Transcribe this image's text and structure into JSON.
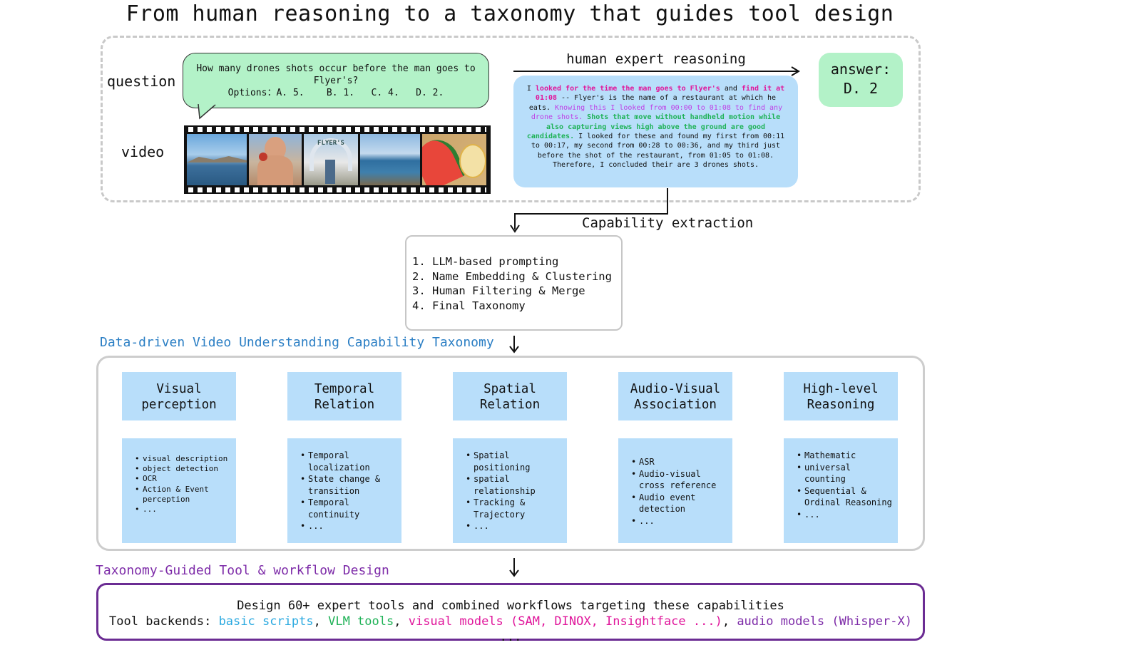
{
  "title": "From human reasoning to a taxonomy that guides tool design",
  "labels": {
    "question": "question",
    "video": "video",
    "human_reasoning": "human expert reasoning",
    "capability_extraction": "Capability extraction",
    "taxonomy_title": "Data-driven Video Understanding Capability Taxonomy",
    "tool_design_title": "Taxonomy-Guided Tool & workflow Design"
  },
  "question": {
    "line1": "How many drones shots occur before the man goes to Flyer's?",
    "options_label": "Options：",
    "options": [
      "A. 5.",
      "B. 1.",
      "C. 4.",
      "D. 2."
    ]
  },
  "video_frame_text": "FLYER'S",
  "reasoning": {
    "s1": "I ",
    "s2": "looked for the time the man goes to Flyer's",
    "s3": " and ",
    "s4": "find it at 01:08",
    "s5": " -- Flyer's is the name of a restaurant at which he eats. ",
    "s6": "Knowing this I looked from 00:00 to 01:08 to find any drone shots.",
    "s7": " ",
    "s8": "Shots that move without handheld motion while also capturing views high above the ground are good candidates.",
    "s9": " I looked for these and found my first from 00:11 to 00:17, my second from 00:28 to 00:36, and my third just before the shot of the restaurant, from 01:05 to 01:08. Therefore, I concluded their are 3 drones shots."
  },
  "answer": {
    "label": "answer:",
    "value": "D. 2"
  },
  "steps": [
    "LLM-based prompting",
    "Name Embedding & Clustering",
    "Human Filtering & Merge",
    "Final Taxonomy"
  ],
  "categories": [
    {
      "title": "Visual perception",
      "items": [
        "visual description",
        "object detection",
        "OCR",
        "Action & Event perception",
        "..."
      ]
    },
    {
      "title": "Temporal Relation",
      "items": [
        "Temporal localization",
        "State change & transition",
        "Temporal continuity",
        "..."
      ]
    },
    {
      "title": "Spatial Relation",
      "items": [
        "Spatial positioning",
        "spatial relationship",
        "Tracking & Trajectory",
        "..."
      ]
    },
    {
      "title": "Audio-Visual Association",
      "items": [
        "ASR",
        "Audio-visual cross reference",
        "Audio event detection",
        "..."
      ]
    },
    {
      "title": "High-level Reasoning",
      "items": [
        "Mathematic",
        "universal counting",
        "Sequential & Ordinal Reasoning",
        "..."
      ]
    }
  ],
  "tool_design": {
    "line1": "Design 60+ expert tools and combined workflows targeting these capabilities",
    "prefix": "Tool backends: ",
    "basic": "basic scripts",
    "sep1": ", ",
    "vlm": "VLM tools",
    "sep2": ", ",
    "visual": "visual models (SAM, DINOX, Insightface ...)",
    "sep3": ", ",
    "audio": "audio models (Whisper-X)",
    "suffix": " ..."
  },
  "colors": {
    "green_fill": "#b3f2c8",
    "blue_fill": "#b8defa",
    "taxonomy_title": "#2a7ec4",
    "tool_title": "#7d2ba8",
    "highlight_magenta": "#e0169b",
    "highlight_violet": "#bf3fe6",
    "highlight_green": "#1fb257",
    "backend_blue": "#2aa9e0"
  },
  "icons": [
    "speech-bubble",
    "film-strip",
    "arrow-right",
    "arrow-down"
  ]
}
